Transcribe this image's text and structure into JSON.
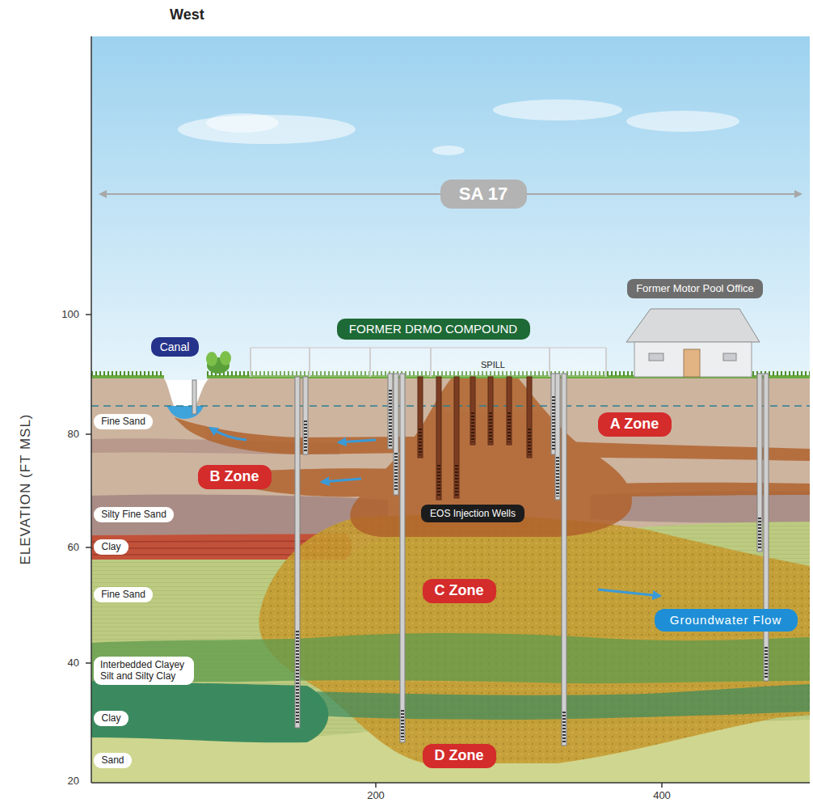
{
  "diagram": {
    "nodes": [
      {
        "text": [
          "West"
        ]
      },
      {
        "text": [
          "SA 17"
        ]
      },
      {
        "text": [
          "Former Motor Pool Office"
        ]
      },
      {
        "text": [
          "Canal"
        ]
      },
      {
        "text": [
          "FORMER DRMO COMPOUND"
        ]
      },
      {
        "text": [
          "Fine Sand"
        ]
      },
      {
        "text": [
          "A Zone"
        ]
      },
      {
        "text": [
          "B Zone"
        ]
      },
      {
        "text": [
          "Silty Fine Sand"
        ]
      },
      {
        "text": [
          "EOS Injection Wells"
        ]
      },
      {
        "text": [
          "Clay"
        ]
      },
      {
        "text": [
          "Fine Sand"
        ]
      },
      {
        "text": [
          "C Zone"
        ]
      },
      {
        "text": [
          "Groundwater Flow"
        ]
      },
      {
        "text": [
          "Interbedded Clayey Silt and Silty Clay"
        ]
      },
      {
        "text": [
          "Clay"
        ]
      },
      {
        "text": [
          "Sand"
        ]
      },
      {
        "text": [
          "D Zone"
        ]
      }
    ],
    "labels": [
      "SPILL",
      "ELEVATION (FT MSL)",
      "100",
      "80",
      "60",
      "40",
      "20",
      "200",
      "400"
    ]
  }
}
